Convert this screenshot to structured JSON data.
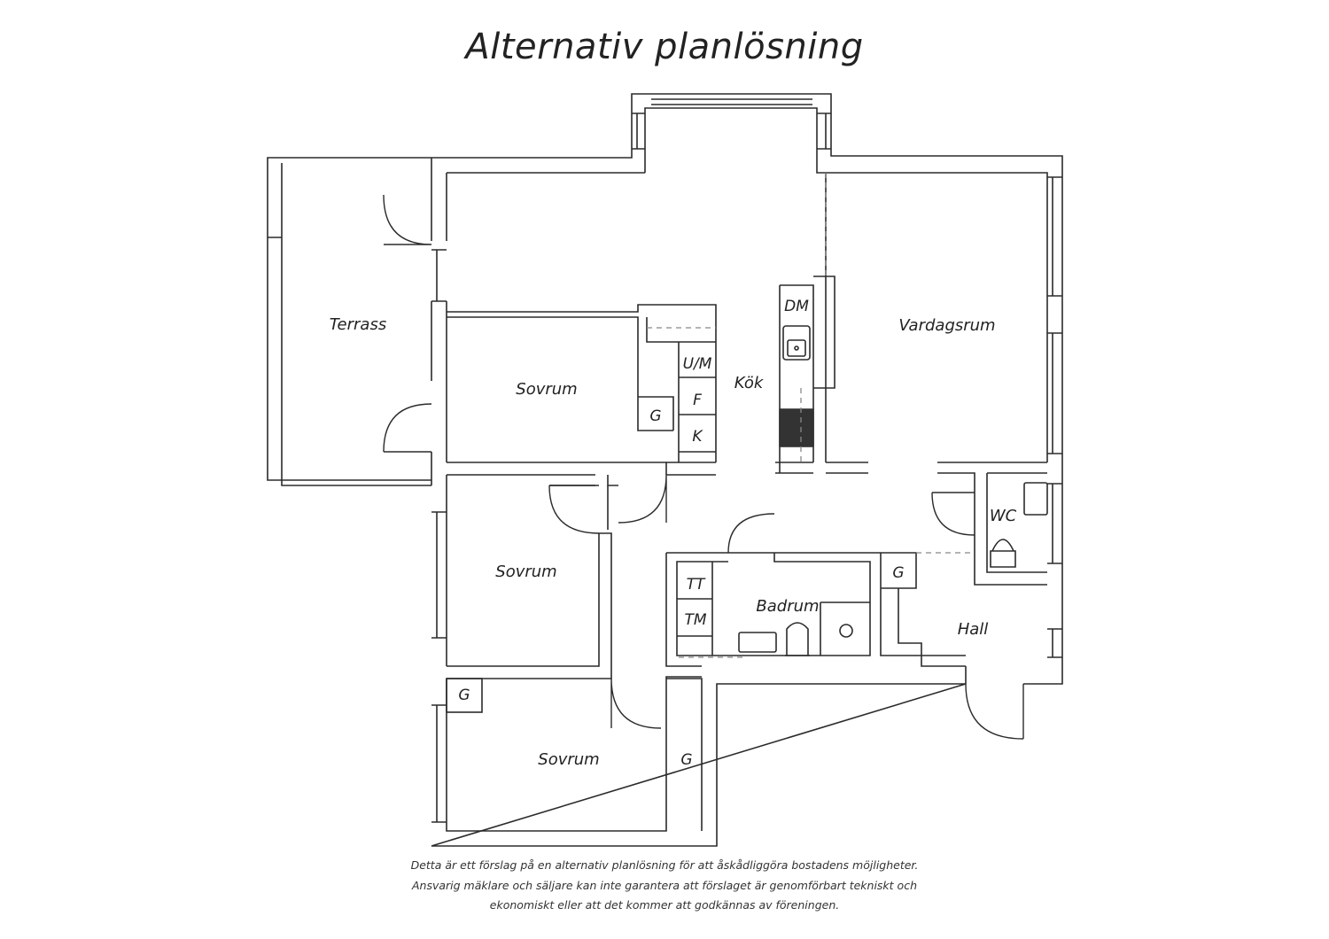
{
  "title": "Alternativ planlösning",
  "rooms": {
    "terrass": "Terrass",
    "sovrum1": "Sovrum",
    "sovrum2": "Sovrum",
    "sovrum3": "Sovrum",
    "kok": "Kök",
    "vardagsrum": "Vardagsrum",
    "badrum": "Badrum",
    "wc": "WC",
    "hall": "Hall"
  },
  "fixtures": {
    "dm": "DM",
    "um": "U/M",
    "f": "F",
    "k": "K",
    "g_sovrum1": "G",
    "g_sovrum3": "G",
    "g_hall_corridor": "G",
    "g_hall": "G",
    "tt": "TT",
    "tm": "TM"
  },
  "disclaimer": [
    "Detta är ett förslag på en alternativ planlösning för att åskådliggöra bostadens möjligheter.",
    "Ansvarig mäklare och säljare kan inte garantera att förslaget är genomförbart tekniskt och",
    "ekonomiskt eller att det kommer att godkännas av föreningen."
  ],
  "colors": {
    "line": "#2b2b2b",
    "background": "#ffffff",
    "stove": "#333333"
  }
}
